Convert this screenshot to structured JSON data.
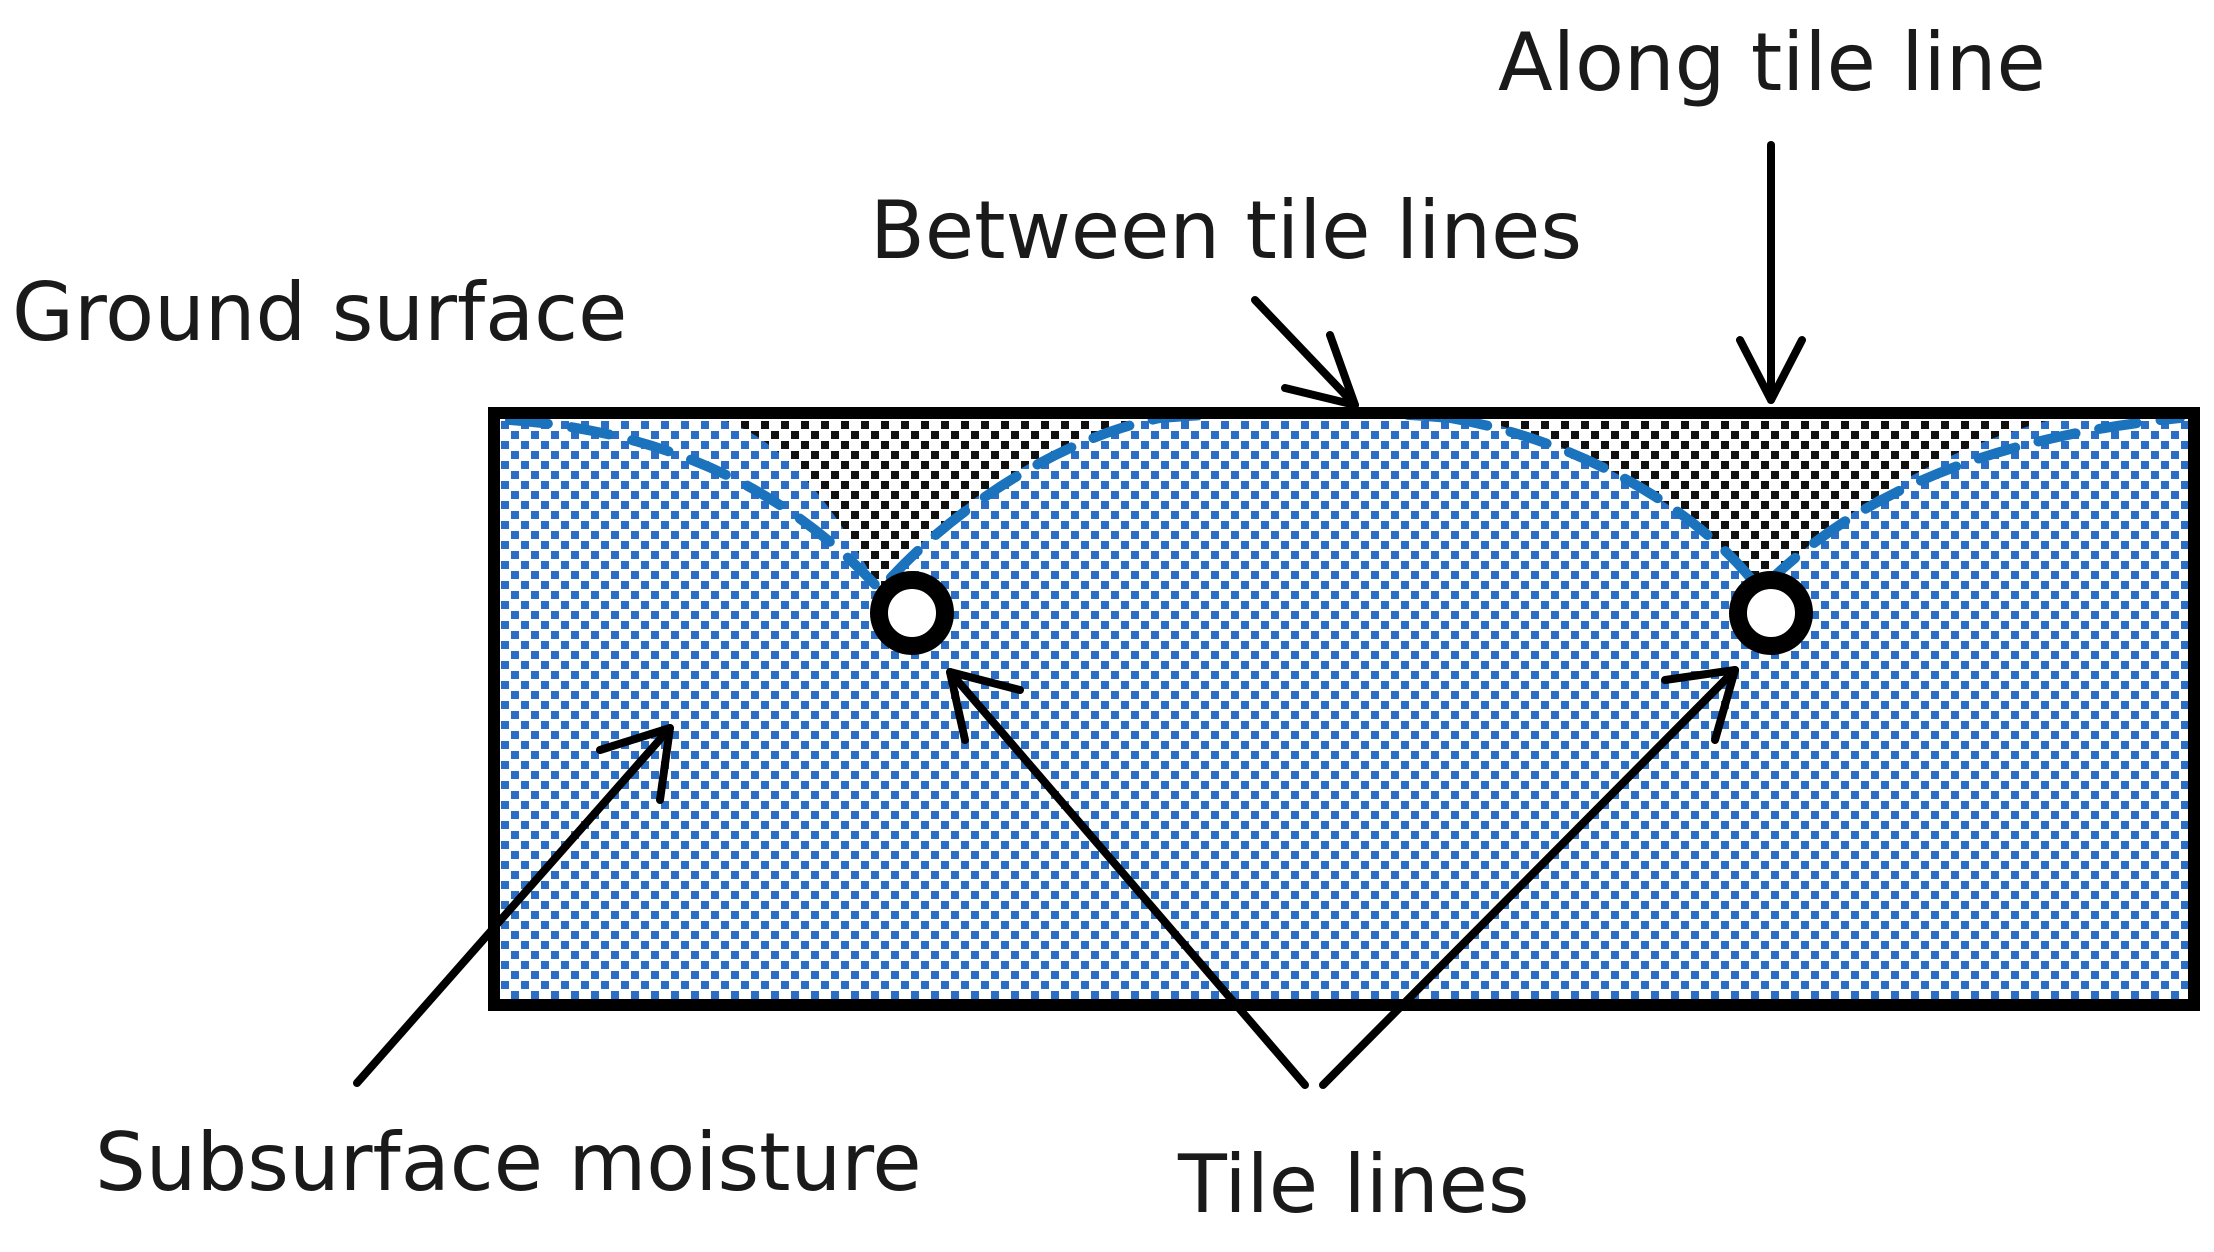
{
  "labels": {
    "along_tile_line": "Along tile line",
    "between_tile_lines": "Between tile lines",
    "ground_surface": "Ground surface",
    "subsurface_moisture": "Subsurface moisture",
    "tile_lines": "Tile lines"
  },
  "colors": {
    "moisture_fill": "#2b6fc4",
    "dry_fill": "#000000",
    "outline": "#000000",
    "drain_curve": "#1b73be",
    "background": "#ffffff"
  }
}
